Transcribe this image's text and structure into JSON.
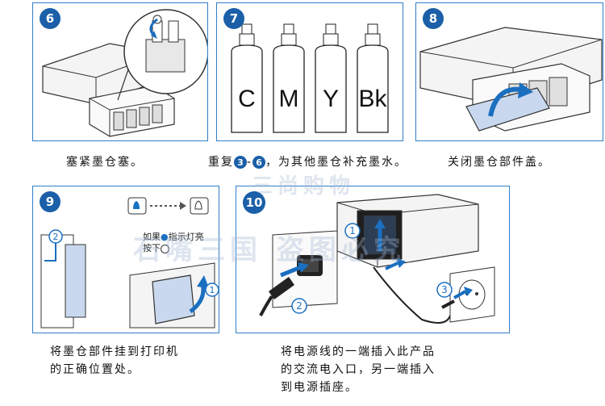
{
  "steps": {
    "s6": {
      "number": "6",
      "caption": "塞紧墨仓塞。"
    },
    "s7": {
      "number": "7",
      "bottles": [
        "C",
        "M",
        "Y",
        "Bk"
      ],
      "caption_pre": "重复",
      "ref_a": "3",
      "ref_sep": "-",
      "ref_b": "6",
      "caption_post": "，为其他墨仓补充墨水。"
    },
    "s8": {
      "number": "8",
      "caption": "关闭墨仓部件盖。"
    },
    "s9": {
      "number": "9",
      "note_line1": "如果",
      "note_line1b": "指示灯亮",
      "note_line2": "按下",
      "marker_1": "1",
      "marker_2": "2",
      "caption_line1": "将墨仓部件挂到打印机",
      "caption_line2": "的正确位置处。"
    },
    "s10": {
      "number": "10",
      "marker_1": "1",
      "marker_2": "2",
      "marker_3": "3",
      "caption_line1": "将电源线的一端插入此产品",
      "caption_line2": "的交流电入口，另一端插入",
      "caption_line3": "到电源插座。"
    }
  },
  "watermarks": {
    "top": "三尚购物",
    "middle": "石嘴三国 盗图必究"
  },
  "colors": {
    "panel_border": "#2f7fc9",
    "badge": "#1a5fa8",
    "accent_blue": "#1a6fc0",
    "tank_fill": "#c9d8ee"
  }
}
